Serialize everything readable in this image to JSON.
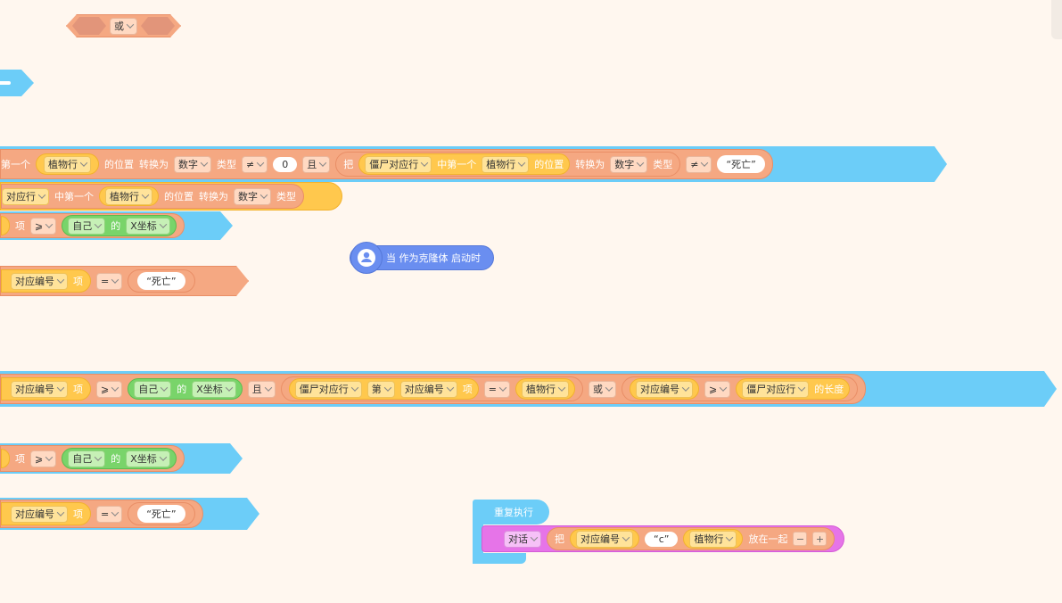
{
  "or_label": "或",
  "row1": {
    "text": "第一个",
    "dd1": "植物行",
    "t2": "的位置",
    "t3": "转换为",
    "dd2": "数字",
    "t4": "类型",
    "neq": "≠",
    "zero": "0",
    "and": "且",
    "ba": "把",
    "dd3": "僵尸对应行",
    "t5": "中第一个",
    "dd4": "植物行",
    "t6": "的位置",
    "t7": "转换为",
    "dd5": "数字",
    "t8": "类型",
    "neq2": "≠",
    "dead": "“死亡”"
  },
  "row2": {
    "t1": "对应行",
    "t2": "中第一个",
    "dd1": "植物行",
    "t3": "的位置",
    "t4": "转换为",
    "dd2": "数字",
    "t5": "类型"
  },
  "row3": {
    "t1": "项",
    "ge": "⩾",
    "dd1": "自己",
    "t2": "的",
    "dd2": "X坐标"
  },
  "clone_event": "当 作为克隆体 启动时",
  "row4": {
    "dd1": "对应编号",
    "t1": "项",
    "eq": "=",
    "dead": "“死亡”"
  },
  "row5": {
    "dd1": "对应编号",
    "t1": "项",
    "ge": "⩾",
    "dd2": "自己",
    "t2": "的",
    "dd3": "X坐标",
    "and": "且",
    "dd4": "僵尸对应行",
    "dd5": "第",
    "dd6": "对应编号",
    "t3": "项",
    "eq": "=",
    "dd7": "植物行",
    "or": "或",
    "dd8": "对应编号",
    "ge2": "⩾",
    "dd9": "僵尸对应行",
    "t4": "的长度"
  },
  "row6": {
    "t1": "项",
    "ge": "⩾",
    "dd1": "自己",
    "t2": "的",
    "dd2": "X坐标"
  },
  "row7": {
    "dd1": "对应编号",
    "t1": "项",
    "eq": "=",
    "dead": "“死亡”"
  },
  "repeat": {
    "label": "重复执行",
    "say": "对话",
    "ba": "把",
    "dd1": "对应编号",
    "c": "“c”",
    "dd2": "植物行",
    "t1": "放在一起",
    "minus": "−",
    "plus": "+"
  }
}
